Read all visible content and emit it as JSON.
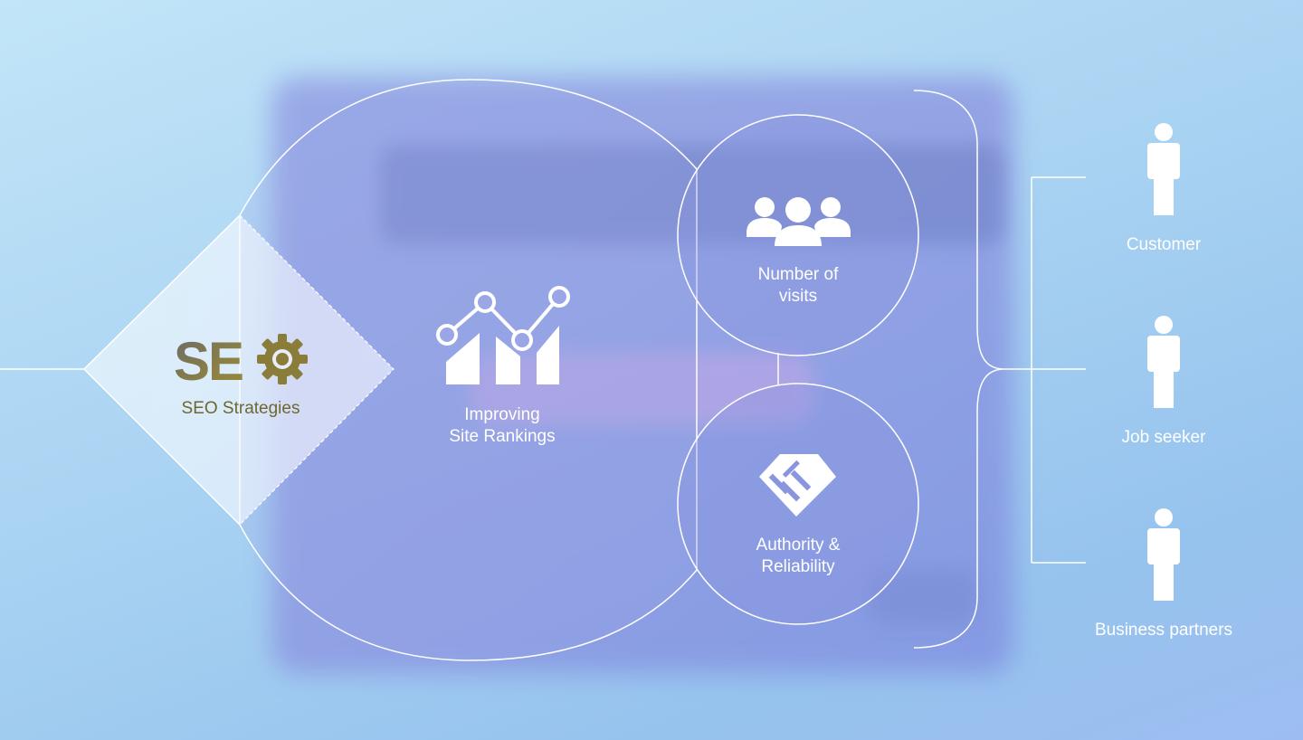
{
  "root": {
    "logo_text": "SE",
    "label": "SEO Strategies"
  },
  "main": {
    "label_lines": [
      "Improving",
      "Site Rankings"
    ]
  },
  "factors": [
    {
      "icon": "group-icon",
      "label_lines": [
        "Number of",
        "visits"
      ]
    },
    {
      "icon": "handshake-icon",
      "label_lines": [
        "Authority &",
        "Reliability"
      ]
    }
  ],
  "audiences": [
    {
      "icon": "person-icon",
      "label": "Customer"
    },
    {
      "icon": "person-icon",
      "label": "Job seeker"
    },
    {
      "icon": "person-icon",
      "label": "Business partners"
    }
  ],
  "colors": {
    "line": "#ffffff",
    "seo_gold": "#8a7d3a",
    "seo_gray": "#707070",
    "text": "#ffffff"
  }
}
